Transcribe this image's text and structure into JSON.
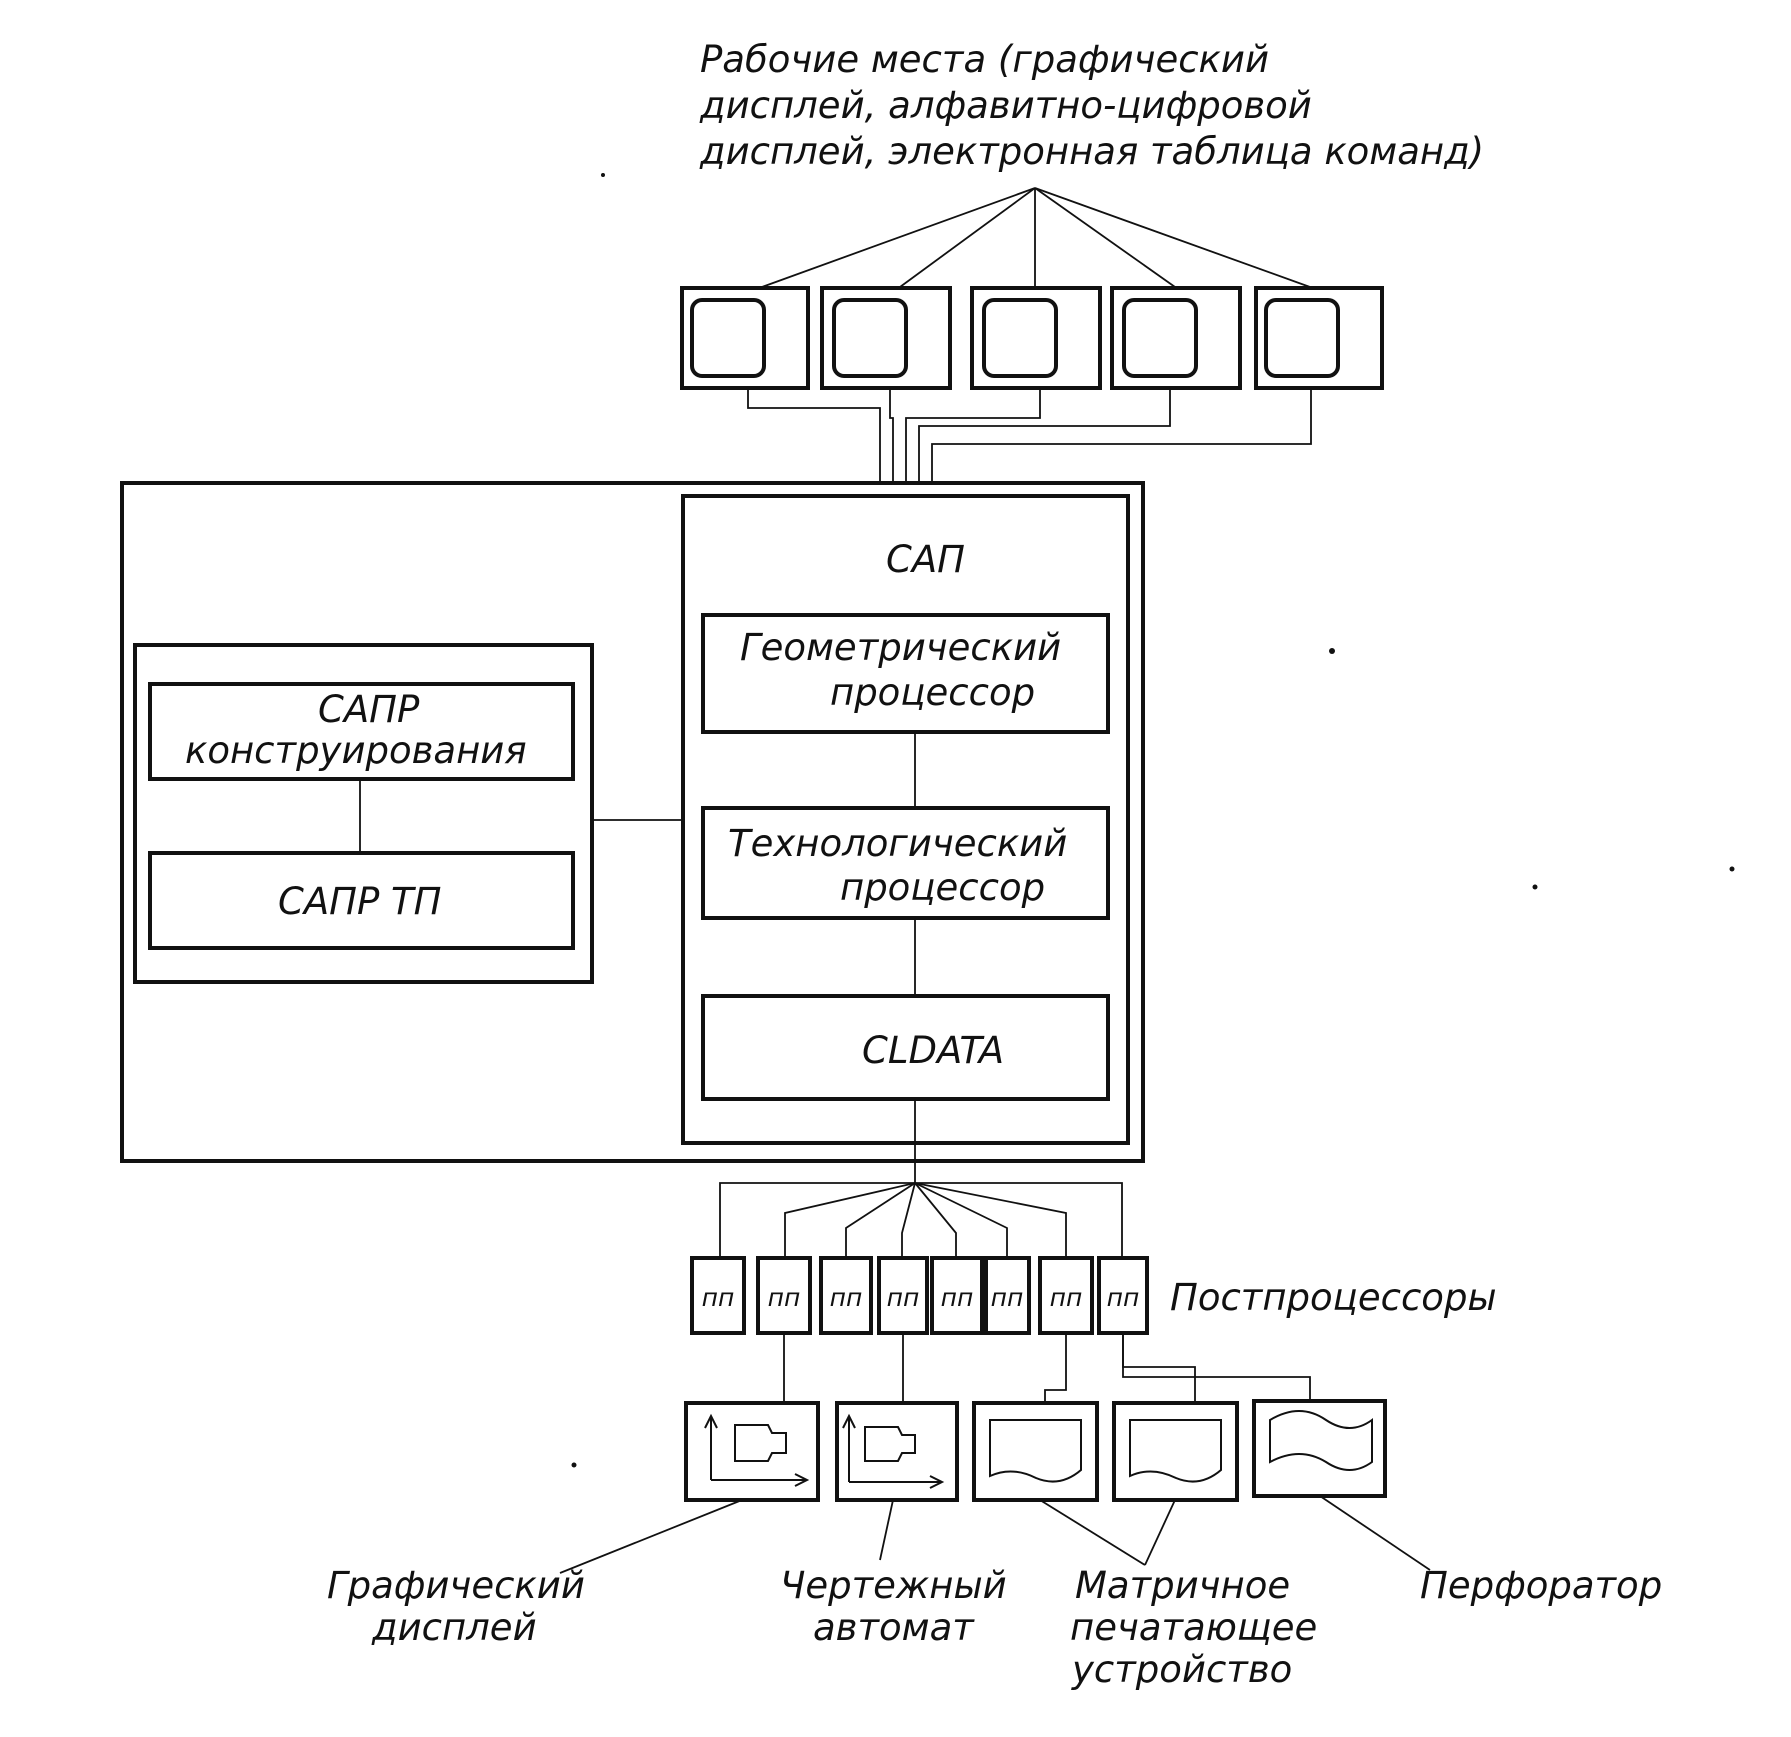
{
  "workstations_caption": [
    "Рабочие места (графический",
    "дисплей, алфавитно-цифровой",
    "дисплей, электронная таблица команд)"
  ],
  "cad": {
    "design": [
      "САПР",
      "конструирования"
    ],
    "tp": "САПР ТП"
  },
  "sap": {
    "title": "САП",
    "geometric": [
      "Геометрический",
      "процессор"
    ],
    "technological": [
      "Технологический",
      "процессор"
    ],
    "cldata": "CLDATA"
  },
  "postprocessors": {
    "box_label": "пп",
    "count": 8,
    "caption": "Постпроцессоры"
  },
  "outputs": {
    "graphic_display": [
      "Графический",
      "дисплей"
    ],
    "plotter": [
      "Чертежный",
      "автомат"
    ],
    "matrix_printer": [
      "Матричное",
      "печатающее",
      "устройство"
    ],
    "perforator": "Перфоратор"
  }
}
